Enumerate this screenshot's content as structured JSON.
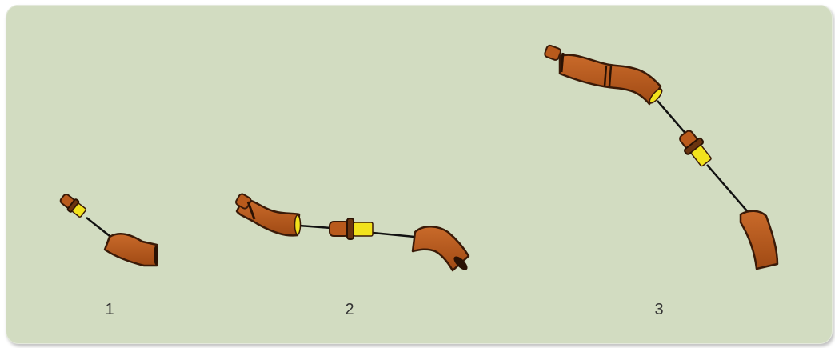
{
  "steps": [
    {
      "label": "1"
    },
    {
      "label": "2"
    },
    {
      "label": "3"
    }
  ],
  "colors": {
    "background": "#d2dcc1",
    "pipe": "#b95a1c",
    "pipe_outline": "#3a1a08",
    "pipe_dark": "#7a3a10",
    "ferrule": "#f2e21c",
    "wire": "#111111"
  }
}
